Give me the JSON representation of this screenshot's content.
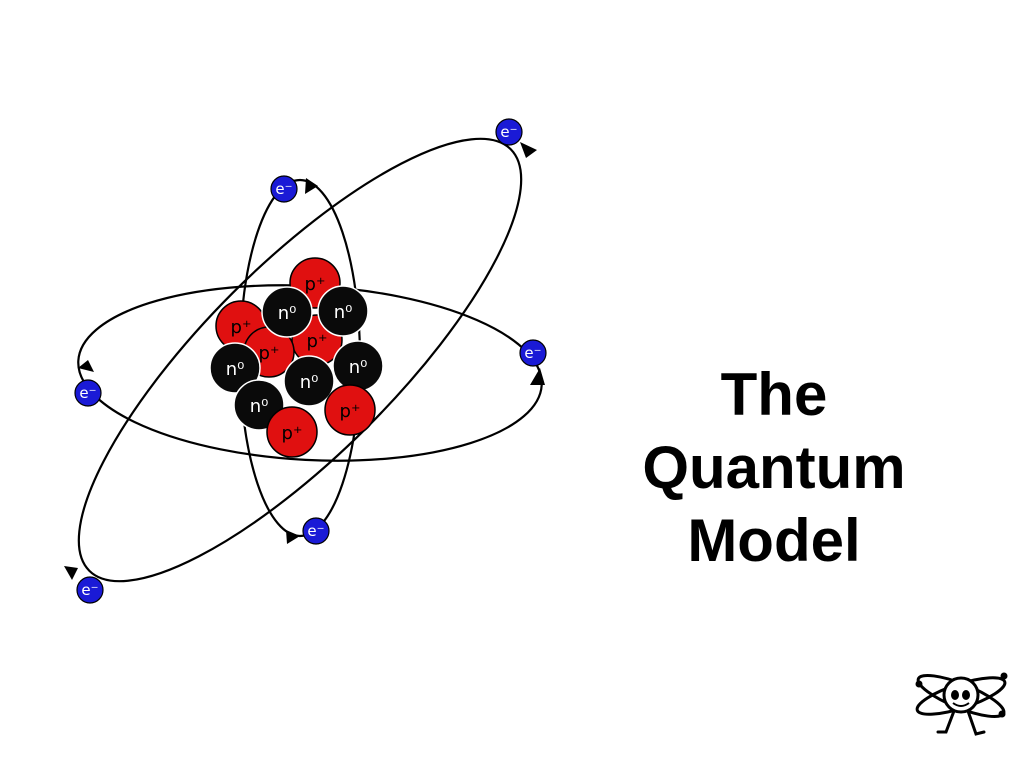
{
  "slide": {
    "title_lines": [
      "The",
      "Quantum",
      "Model"
    ]
  },
  "atom": {
    "electron_label": "e⁻",
    "proton_label": "p⁺",
    "neutron_label": "n⁰",
    "colors": {
      "electron": "#1a1ad6",
      "proton": "#e01010",
      "neutron": "#0a0a0a",
      "orbit": "#000000"
    }
  },
  "icons": {
    "mascot": "atom-mascot-icon"
  }
}
